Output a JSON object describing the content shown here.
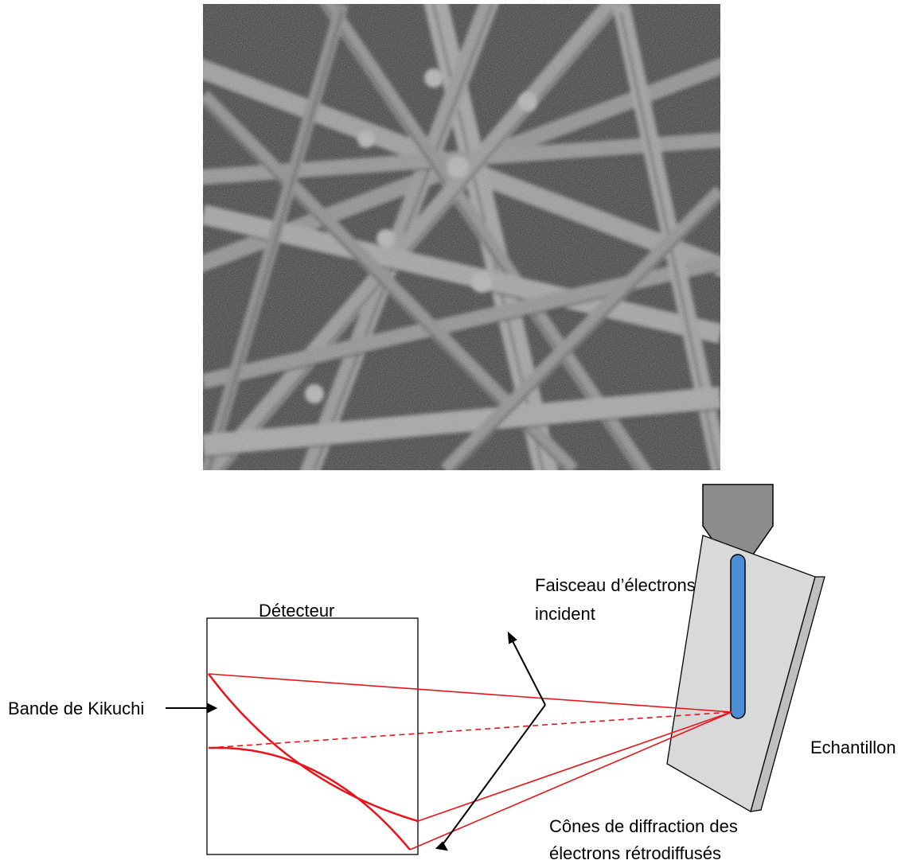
{
  "figure": {
    "labels": {
      "detector": "Détecteur",
      "beam": [
        "Faisceau d’électrons",
        "incident"
      ],
      "sample": "Echantillon",
      "kikuchi_band": "Bande de Kikuchi",
      "cones": [
        "Cônes de diffraction des",
        "électrons rétrodiffusés"
      ]
    },
    "colors": {
      "line": "#e8141b",
      "beam": "#4a8fd6",
      "gun": "#8c8c8c",
      "sample_face": "#d9d9d9",
      "sample_edge": "#bfbfbf",
      "outline": "#000000"
    }
  }
}
